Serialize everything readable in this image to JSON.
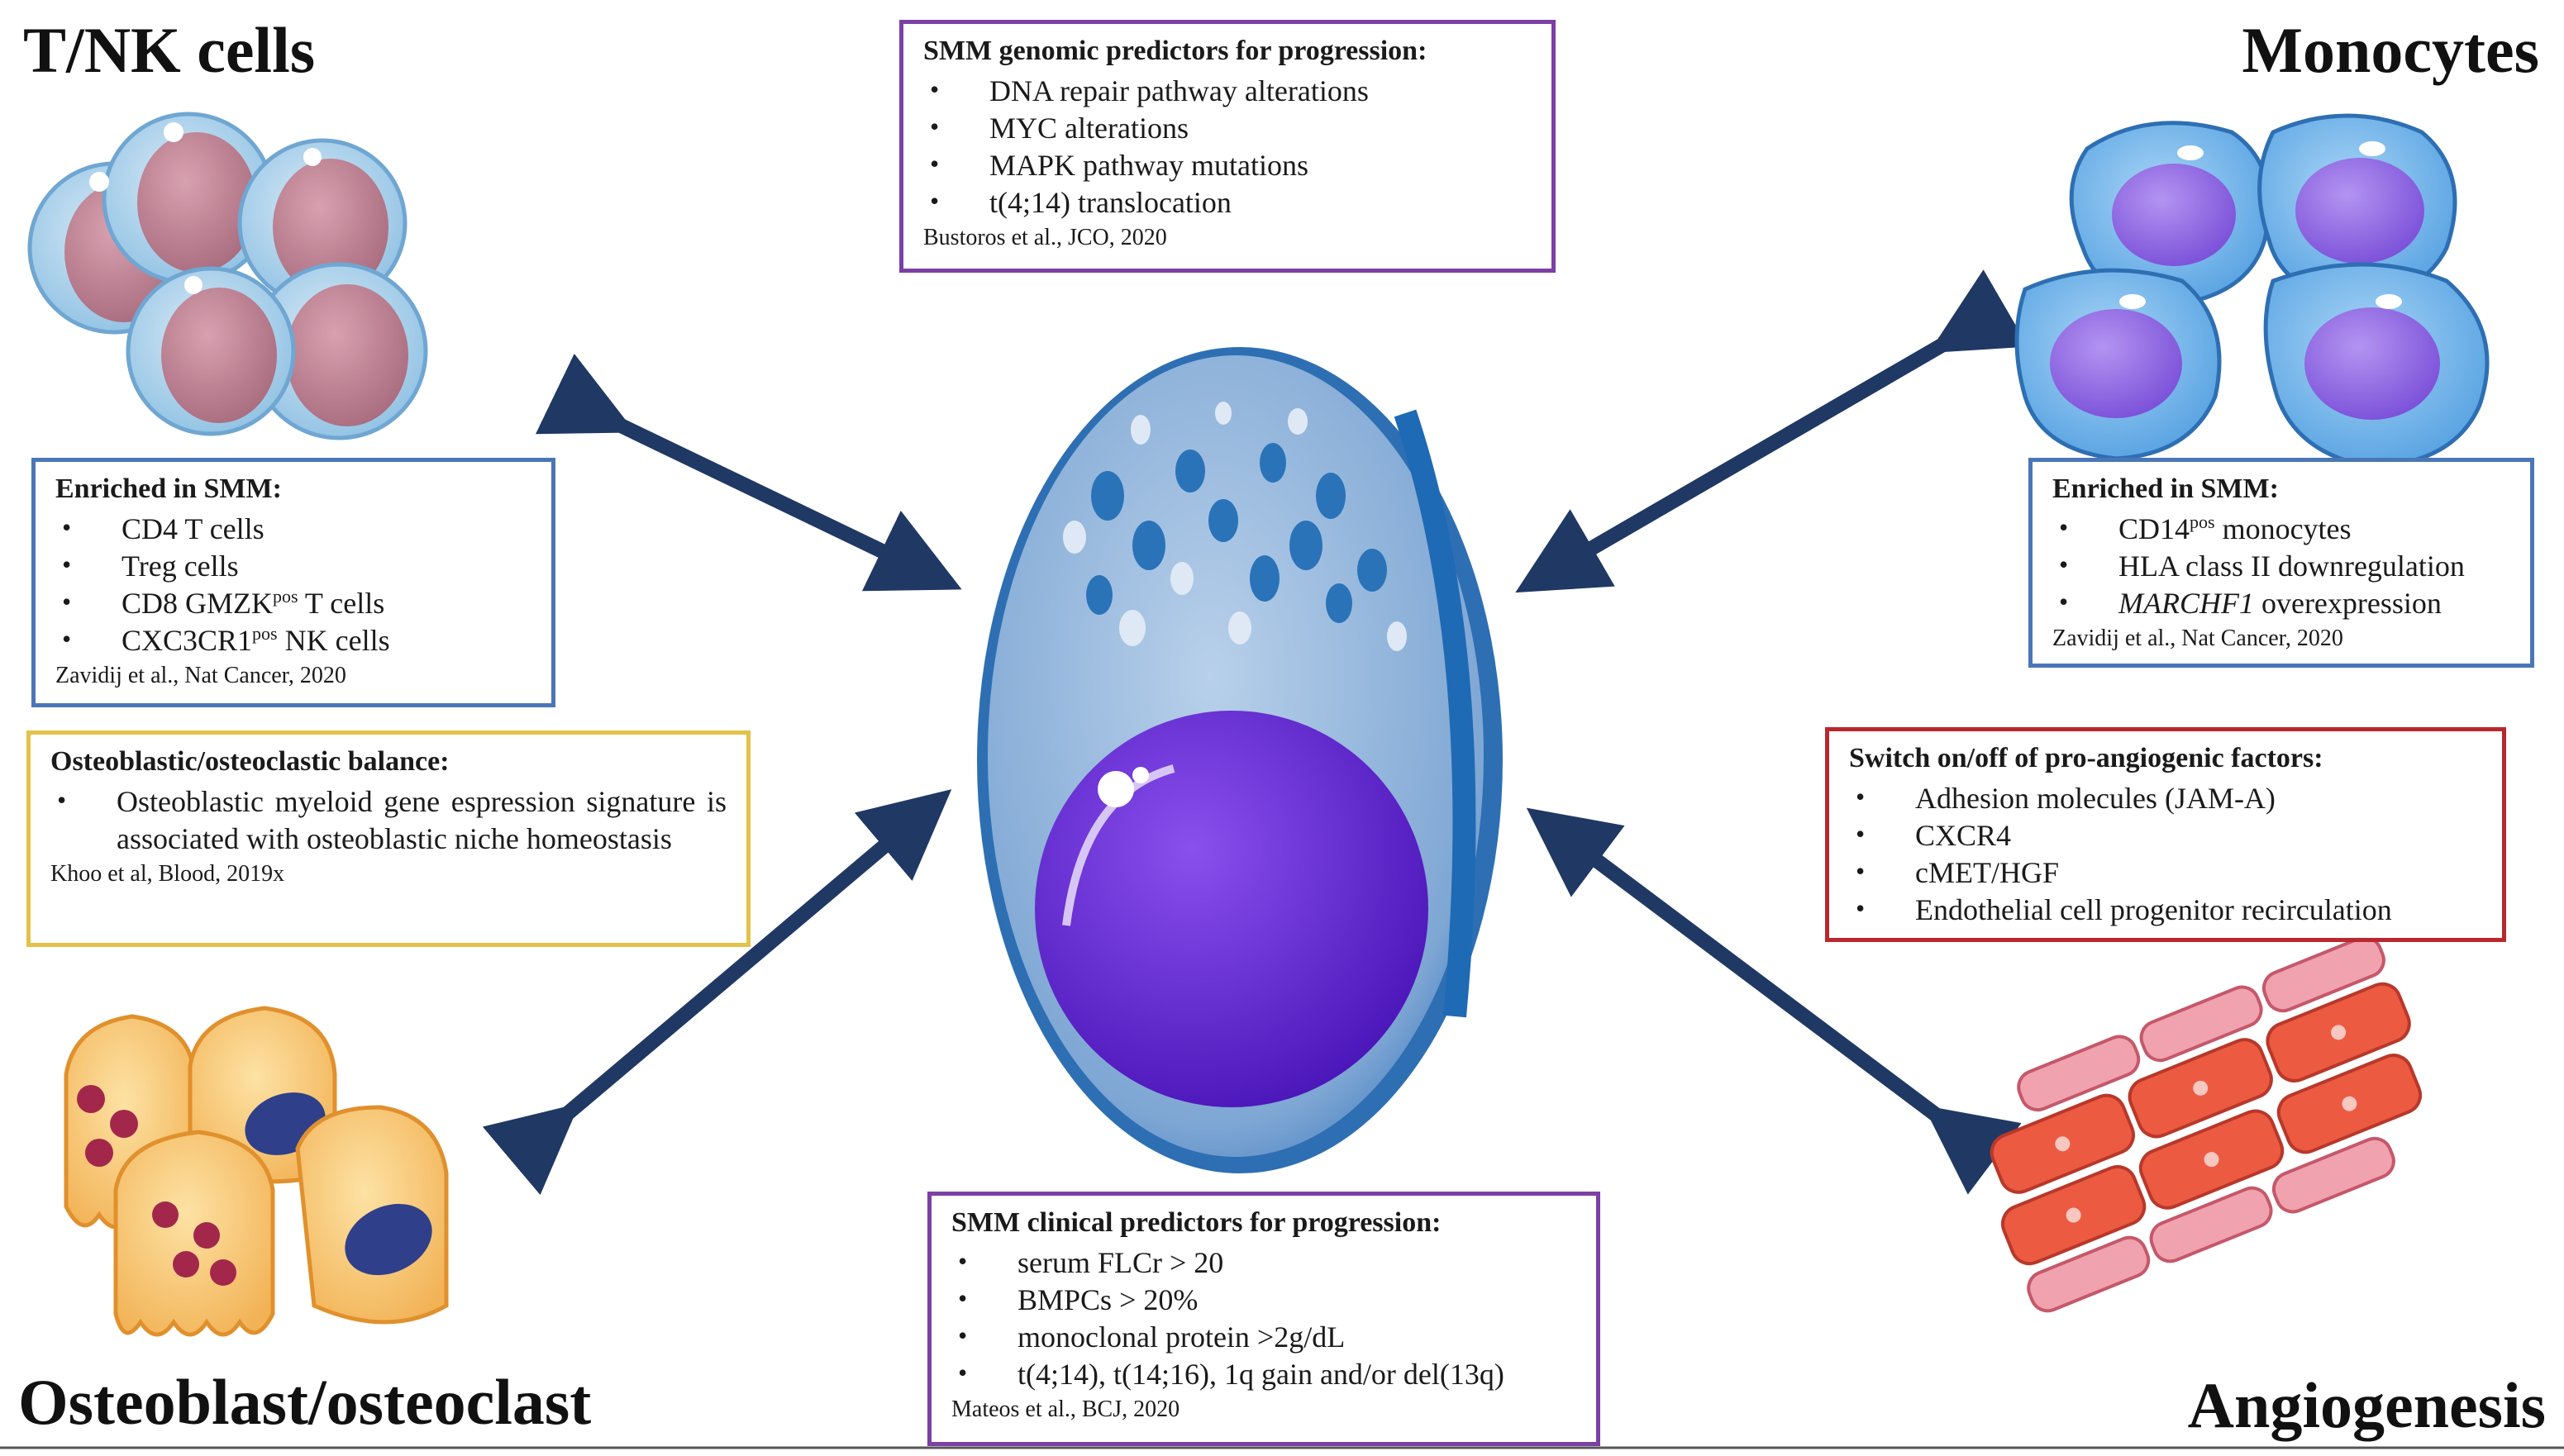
{
  "titles": {
    "tnk": "T/NK cells",
    "monocytes": "Monocytes",
    "osteo": "Osteoblast/osteoclast",
    "angio": "Angiogenesis"
  },
  "genomic": {
    "header": "SMM genomic predictors for progression:",
    "items": [
      "DNA repair pathway alterations",
      "MYC alterations",
      "MAPK pathway mutations",
      "t(4;14) translocation"
    ],
    "ref": "Bustoros et al., JCO, 2020"
  },
  "tnk_box": {
    "header": "Enriched in SMM:",
    "items": [
      "CD4 T cells",
      "Treg cells",
      "CD8 GMZK",
      "pos",
      " T cells",
      "CXC3CR1",
      "pos",
      " NK cells"
    ],
    "ref": "Zavidij et al., Nat Cancer, 2020"
  },
  "mono_box": {
    "header": "Enriched in SMM:",
    "items": [
      "CD14",
      "pos",
      " monocytes",
      "HLA class II downregulation",
      "MARCHF1",
      " overexpression"
    ],
    "ref": "Zavidij et al., Nat Cancer, 2020"
  },
  "osteo_box": {
    "header": "Osteoblastic/osteoclastic balance:",
    "items": [
      "Osteoblastic myeloid gene espression signature is associated with osteoblastic niche homeostasis"
    ],
    "ref": "Khoo et al, Blood, 2019x"
  },
  "angio_box": {
    "header": "Switch on/off of pro-angiogenic factors:",
    "items": [
      "Adhesion molecules (JAM-A)",
      "CXCR4",
      "cMET/HGF",
      "Endothelial cell progenitor recirculation"
    ]
  },
  "clinical": {
    "header": "SMM clinical predictors for progression:",
    "items": [
      "serum FLCr > 20",
      "BMPCs > 20%",
      "monoclonal protein >2g/dL",
      "t(4;14), t(14;16), 1q gain and/or del(13q)"
    ],
    "ref": "Mateos et al., BCJ, 2020"
  },
  "colors": {
    "arrow": "#1f3864",
    "purple_border": "#7b3fa5",
    "blue_border": "#4a76b8",
    "gold_border": "#e3c14a",
    "red_border": "#b8282d",
    "cell_body": "#8fb3da",
    "nucleus": "#5a1fc7"
  }
}
